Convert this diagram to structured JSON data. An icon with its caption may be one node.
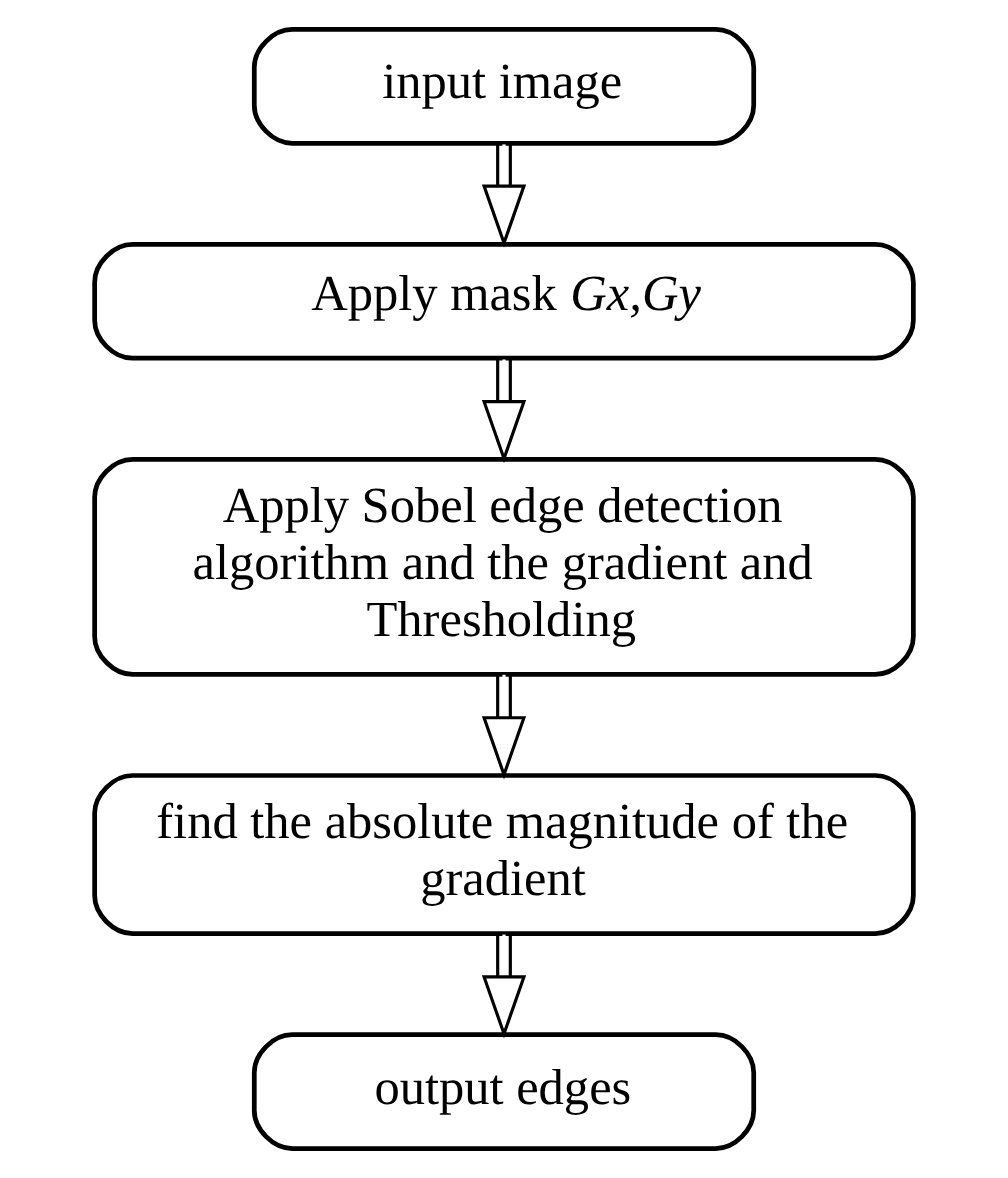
{
  "diagram": {
    "nodes": [
      {
        "text": [
          "input image"
        ]
      },
      {
        "text": [
          "Apply mask *Gx,Gy*"
        ]
      },
      {
        "text": [
          "Apply Sobel edge detection algorithm and the gradient and Thresholding"
        ]
      },
      {
        "text": [
          "find the absolute magnitude of the gradient"
        ]
      },
      {
        "text": [
          "output edges"
        ]
      }
    ],
    "edges": [
      {
        "from": 0,
        "to": 1,
        "arrow": "to"
      },
      {
        "from": 1,
        "to": 2,
        "arrow": "to"
      },
      {
        "from": 2,
        "to": 3,
        "arrow": "to"
      },
      {
        "from": 3,
        "to": 4,
        "arrow": "to"
      }
    ]
  }
}
